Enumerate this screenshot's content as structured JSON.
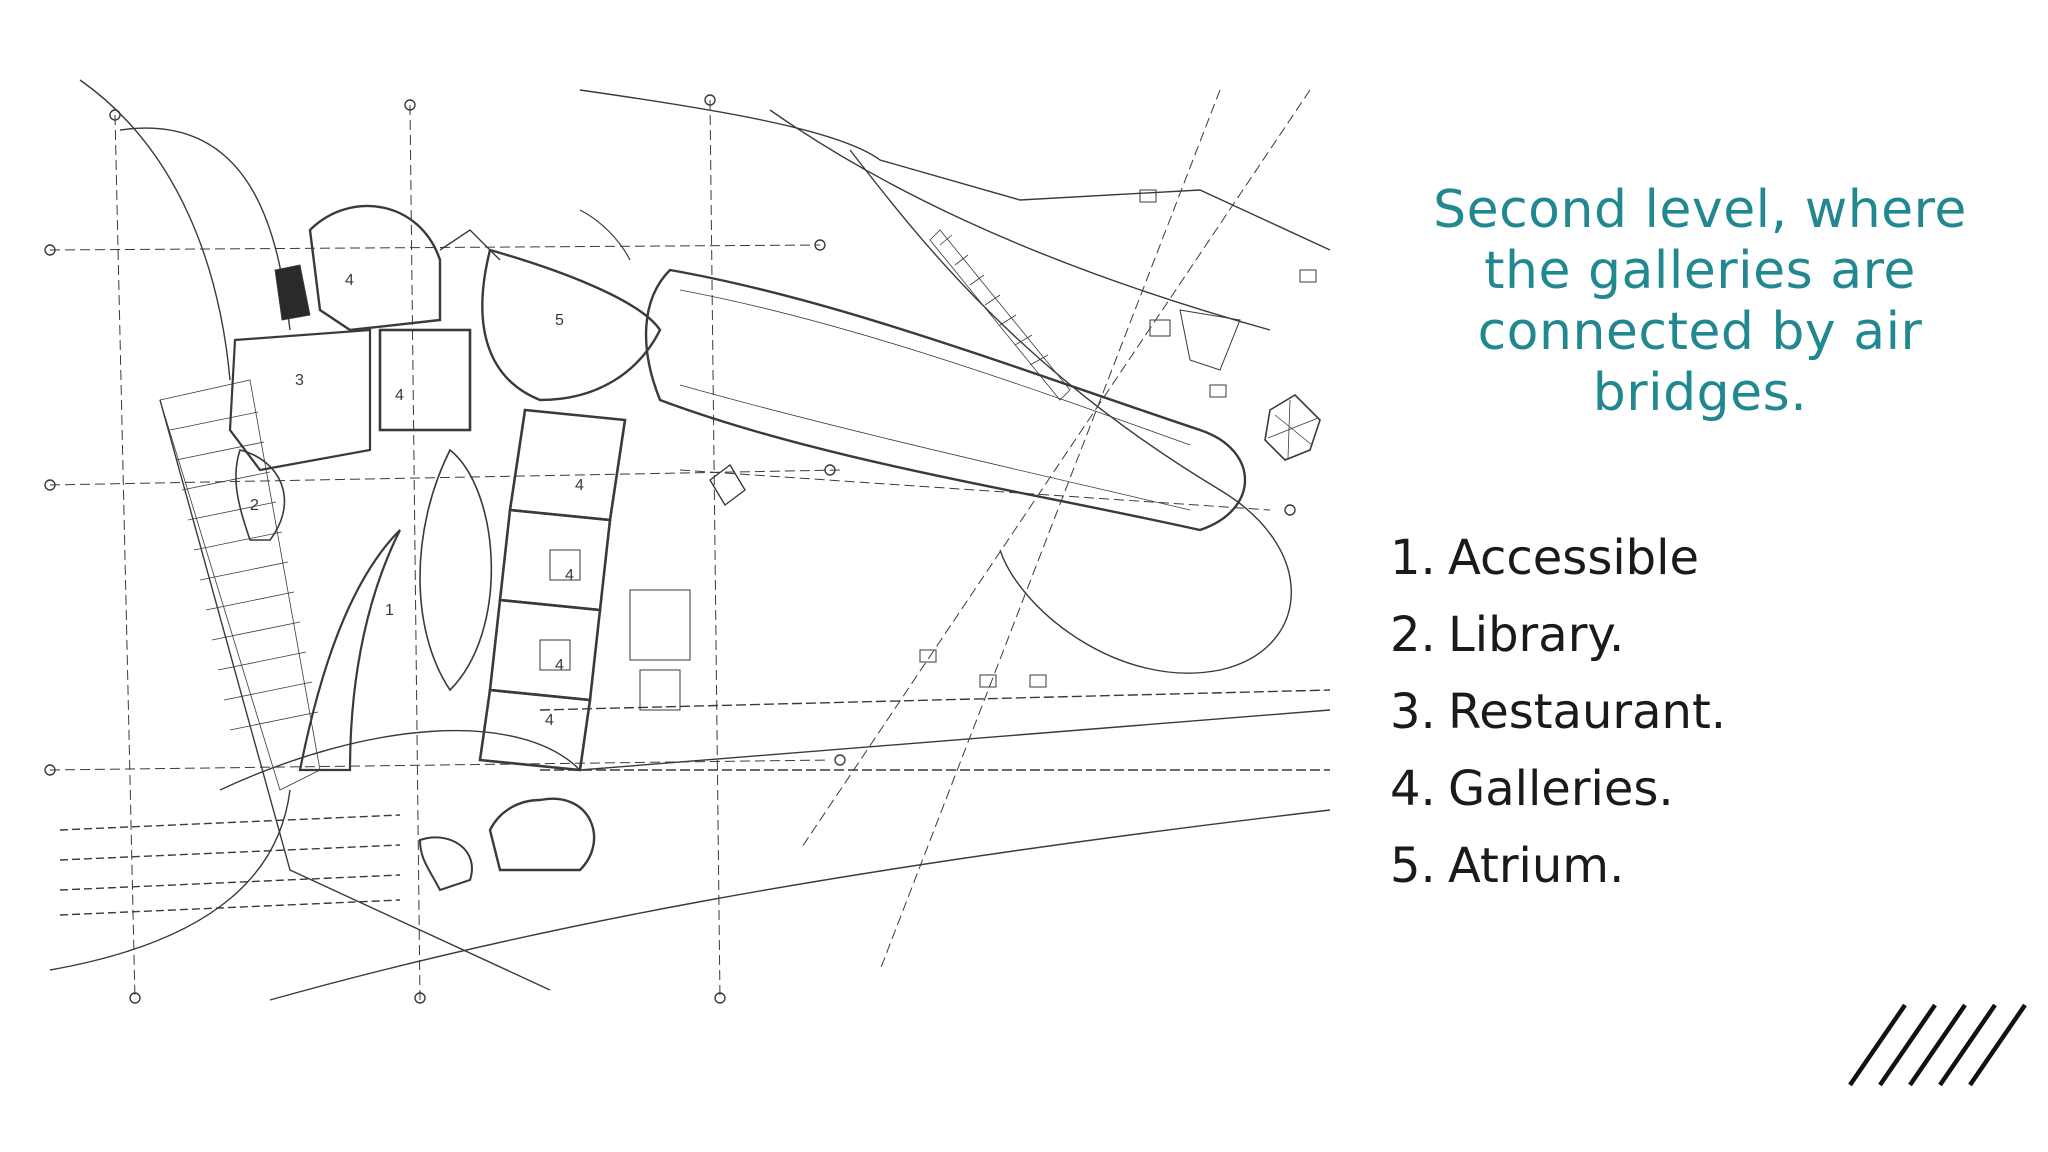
{
  "slide": {
    "heading": "Second level, where the galleries are connected by air bridges.",
    "legend": [
      {
        "num": "1.",
        "label": "Accessible"
      },
      {
        "num": "2.",
        "label": "Library."
      },
      {
        "num": "3.",
        "label": "Restaurant."
      },
      {
        "num": "4.",
        "label": "Galleries."
      },
      {
        "num": "5.",
        "label": "Atrium."
      }
    ]
  },
  "plan": {
    "labels": {
      "l1": "1",
      "l2": "2",
      "l3": "3",
      "l4a": "4",
      "l4b": "4",
      "l4c": "4",
      "l4d": "4",
      "l4e": "4",
      "l4f": "4",
      "l5": "5"
    }
  },
  "colors": {
    "heading": "#21888f",
    "text": "#1a1a1a",
    "lines": "#3a3a3a"
  }
}
